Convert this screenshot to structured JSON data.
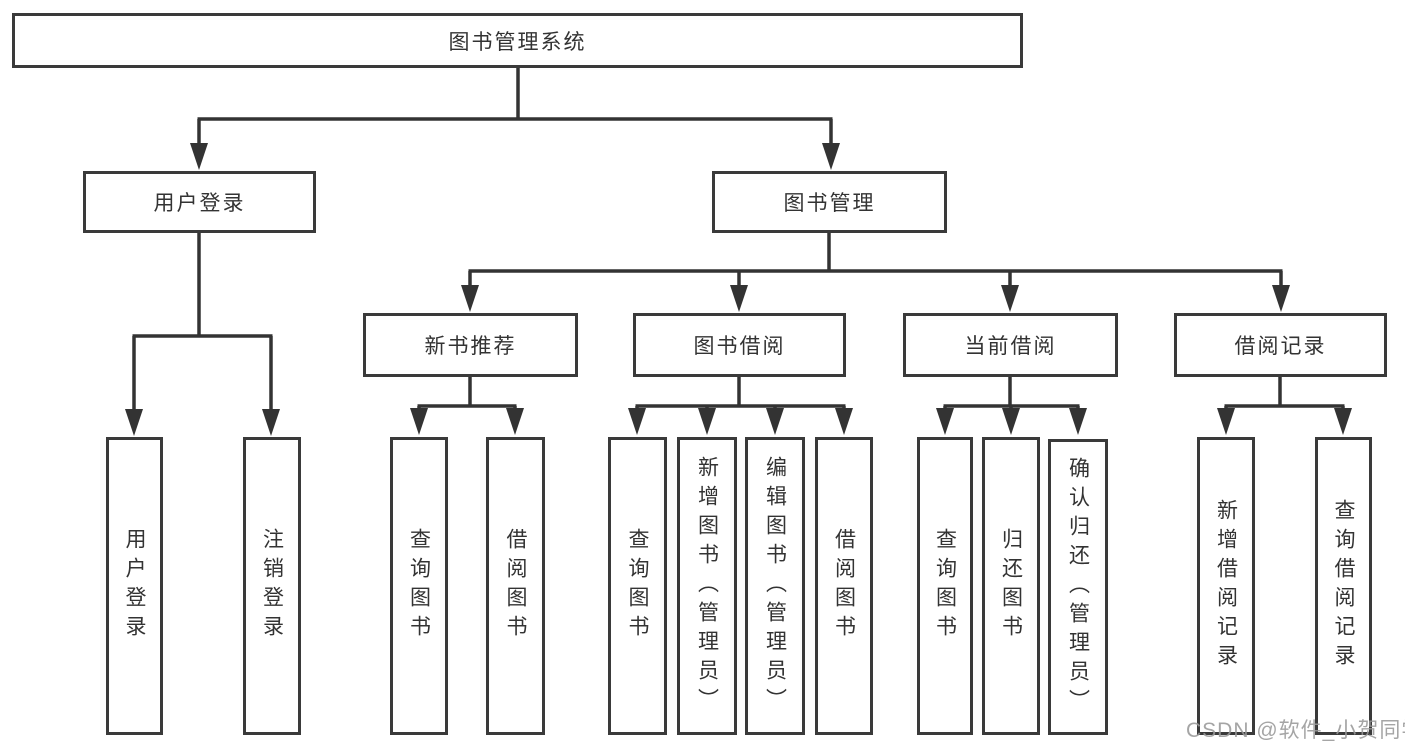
{
  "diagram": {
    "root": {
      "label": "图书管理系统"
    },
    "branches": [
      {
        "label": "用户登录",
        "children": [
          {
            "label": "用户登录"
          },
          {
            "label": "注销登录"
          }
        ]
      },
      {
        "label": "图书管理",
        "children": [
          {
            "label": "新书推荐",
            "children": [
              {
                "label": "查询图书"
              },
              {
                "label": "借阅图书"
              }
            ]
          },
          {
            "label": "图书借阅",
            "children": [
              {
                "label": "查询图书"
              },
              {
                "label": "新增图书（管理员）"
              },
              {
                "label": "编辑图书（管理员）"
              },
              {
                "label": "借阅图书"
              }
            ]
          },
          {
            "label": "当前借阅",
            "children": [
              {
                "label": "查询图书"
              },
              {
                "label": "归还图书"
              },
              {
                "label": "确认归还（管理员）"
              }
            ]
          },
          {
            "label": "借阅记录",
            "children": [
              {
                "label": "新增借阅记录"
              },
              {
                "label": "查询借阅记录"
              }
            ]
          }
        ]
      }
    ]
  },
  "watermark": {
    "text": "CSDN @软件_小贺同学"
  },
  "colors": {
    "line": "#333333",
    "border": "#3a3a3a",
    "text": "#333333",
    "box_bg": "#ffffff",
    "watermark": "#999999",
    "background": "#ffffff"
  }
}
